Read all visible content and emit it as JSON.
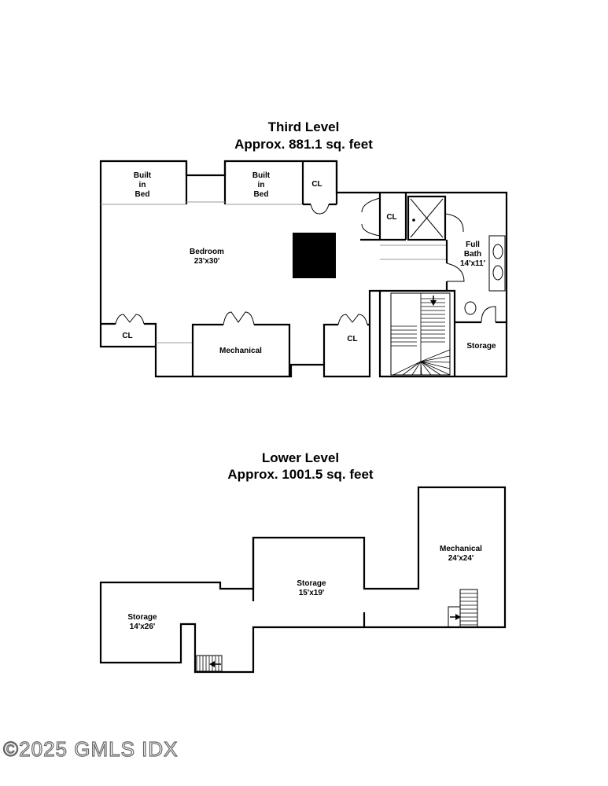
{
  "third_level": {
    "title": "Third Level",
    "area": "Approx.  881.1 sq. feet",
    "rooms": {
      "built_in_bed_1": [
        "Built",
        "in",
        "Bed"
      ],
      "built_in_bed_2": [
        "Built",
        "in",
        "Bed"
      ],
      "cl_top": "CL",
      "cl_mid": "CL",
      "bedroom": [
        "Bedroom",
        "23'x30'"
      ],
      "full_bath": [
        "Full",
        "Bath",
        "14'x11'"
      ],
      "cl_left": "CL",
      "mechanical": "Mechanical",
      "cl_right": "CL",
      "storage": "Storage"
    }
  },
  "lower_level": {
    "title": "Lower Level",
    "area": "Approx.  1001.5 sq. feet",
    "rooms": {
      "storage_left": [
        "Storage",
        "14'x26'"
      ],
      "storage_mid": [
        "Storage",
        "15'x19'"
      ],
      "mechanical": [
        "Mechanical",
        "24'x24'"
      ]
    }
  },
  "watermark": "©2025 GMLS IDX"
}
